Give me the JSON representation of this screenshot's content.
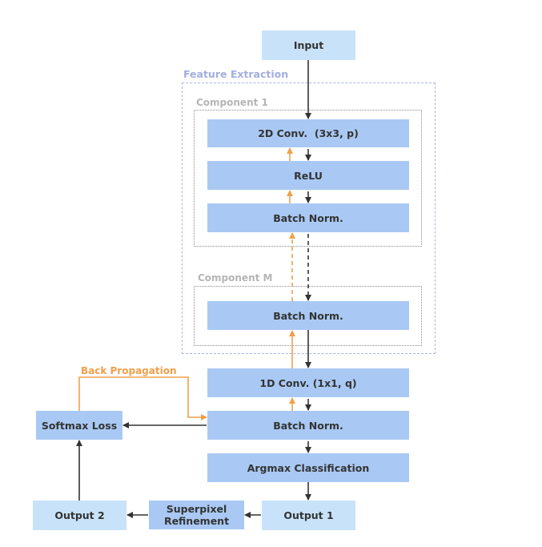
{
  "nodes": {
    "input": "Input",
    "conv2d": "2D Conv.  (3x3, p)",
    "relu": "ReLU",
    "bn1": "Batch Norm.",
    "bnm": "Batch Norm.",
    "conv1d": "1D Conv. (1x1, q)",
    "bn2": "Batch Norm.",
    "argmax": "Argmax Classification",
    "output1": "Output 1",
    "superpixel_line1": "Superpixel",
    "superpixel_line2": "Refinement",
    "output2": "Output 2",
    "softmax": "Softmax Loss"
  },
  "groups": {
    "feature_extraction": "Feature Extraction",
    "component1": "Component 1",
    "componentM": "Component M"
  },
  "labels": {
    "back_propagation": "Back Propagation"
  },
  "colors": {
    "light_box": "#c8e3f9",
    "blue_box": "#a9c9f4",
    "arrow": "#333333",
    "backprop": "#f0a04b",
    "feature_border": "#aab4e6"
  }
}
